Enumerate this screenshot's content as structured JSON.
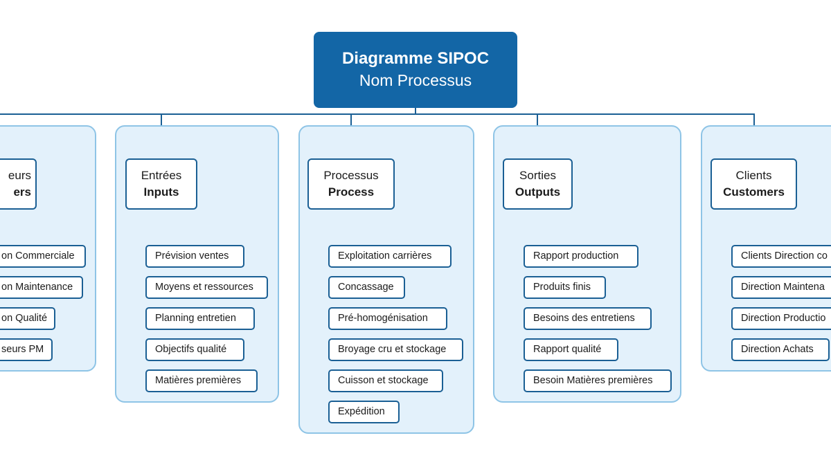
{
  "title": {
    "line1": "Diagramme SIPOC",
    "line2": "Nom Processus"
  },
  "columns": [
    {
      "key": "suppliers",
      "label_fr": "eurs",
      "label_en": "ers",
      "items": [
        "on Commerciale",
        "on Maintenance",
        "on Qualité",
        "seurs PM"
      ]
    },
    {
      "key": "inputs",
      "label_fr": "Entrées",
      "label_en": "Inputs",
      "items": [
        "Prévision ventes",
        "Moyens et ressources",
        "Planning entretien",
        "Objectifs qualité",
        "Matières premières"
      ]
    },
    {
      "key": "process",
      "label_fr": "Processus",
      "label_en": "Process",
      "items": [
        "Exploitation carrières",
        "Concassage",
        "Pré-homogénisation",
        "Broyage cru et stockage",
        "Cuisson et stockage",
        "Expédition"
      ]
    },
    {
      "key": "outputs",
      "label_fr": "Sorties",
      "label_en": "Outputs",
      "items": [
        "Rapport production",
        "Produits finis",
        "Besoins des entretiens",
        "Rapport qualité",
        "Besoin Matières premières"
      ]
    },
    {
      "key": "customers",
      "label_fr": "Clients",
      "label_en": "Customers",
      "items": [
        "Clients Direction co",
        "Direction Maintena",
        "Direction Productio",
        "Direction Achats"
      ]
    }
  ],
  "colors": {
    "root_fill": "#1366a6",
    "panel_fill": "#e3f1fb",
    "panel_border": "#8ec4e6",
    "box_border": "#1a5f94",
    "connector": "#1a5f94"
  }
}
